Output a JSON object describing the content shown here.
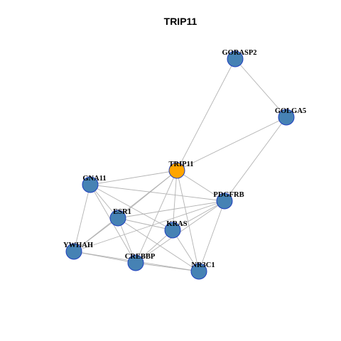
{
  "title": "TRIP11",
  "colors": {
    "background": "#ffffff",
    "edge": "#b3b3b3",
    "node_fill": "#4682b4",
    "node_border": "#1f3fbf",
    "hub_fill": "#ffa500",
    "hub_border": "#1f3fbf",
    "label": "#000000"
  },
  "nodes": [
    {
      "id": "TRIP11",
      "label": "TRIP11",
      "hub": true
    },
    {
      "id": "GORASP2",
      "label": "GORASP2",
      "hub": false
    },
    {
      "id": "GOLGA5",
      "label": "GOLGA5",
      "hub": false
    },
    {
      "id": "GNA11",
      "label": "GNA11",
      "hub": false
    },
    {
      "id": "PDGFRB",
      "label": "PDGFRB",
      "hub": false
    },
    {
      "id": "ESR1",
      "label": "ESR1",
      "hub": false
    },
    {
      "id": "KRAS",
      "label": "KRAS",
      "hub": false
    },
    {
      "id": "YWHAH",
      "label": "YWHAH",
      "hub": false
    },
    {
      "id": "CREBBP",
      "label": "CREBBP",
      "hub": false
    },
    {
      "id": "NR3C1",
      "label": "NR3C1",
      "hub": false
    }
  ],
  "edges": [
    [
      "GORASP2",
      "GOLGA5"
    ],
    [
      "GORASP2",
      "TRIP11"
    ],
    [
      "GOLGA5",
      "TRIP11"
    ],
    [
      "GOLGA5",
      "PDGFRB"
    ],
    [
      "TRIP11",
      "GNA11"
    ],
    [
      "TRIP11",
      "PDGFRB"
    ],
    [
      "TRIP11",
      "ESR1"
    ],
    [
      "TRIP11",
      "KRAS"
    ],
    [
      "TRIP11",
      "YWHAH"
    ],
    [
      "TRIP11",
      "CREBBP"
    ],
    [
      "TRIP11",
      "NR3C1"
    ],
    [
      "GNA11",
      "PDGFRB"
    ],
    [
      "GNA11",
      "ESR1"
    ],
    [
      "GNA11",
      "KRAS"
    ],
    [
      "GNA11",
      "YWHAH"
    ],
    [
      "GNA11",
      "CREBBP"
    ],
    [
      "PDGFRB",
      "ESR1"
    ],
    [
      "PDGFRB",
      "KRAS"
    ],
    [
      "PDGFRB",
      "CREBBP"
    ],
    [
      "PDGFRB",
      "NR3C1"
    ],
    [
      "PDGFRB",
      "YWHAH"
    ],
    [
      "ESR1",
      "KRAS"
    ],
    [
      "ESR1",
      "YWHAH"
    ],
    [
      "ESR1",
      "CREBBP"
    ],
    [
      "ESR1",
      "NR3C1"
    ],
    [
      "KRAS",
      "CREBBP"
    ],
    [
      "KRAS",
      "NR3C1"
    ],
    [
      "YWHAH",
      "CREBBP"
    ],
    [
      "YWHAH",
      "NR3C1"
    ],
    [
      "CREBBP",
      "NR3C1"
    ]
  ]
}
